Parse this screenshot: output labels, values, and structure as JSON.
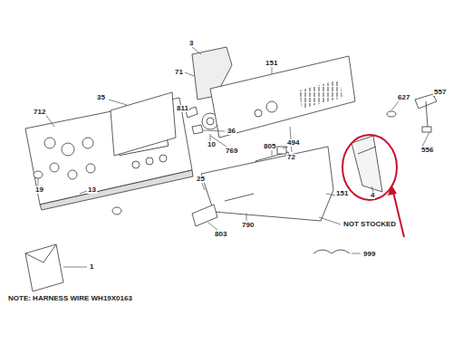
{
  "diagram": {
    "labels": [
      "3",
      "71",
      "151",
      "35",
      "712",
      "811",
      "10",
      "36",
      "769",
      "72",
      "627",
      "557",
      "556",
      "4",
      "805",
      "494",
      "151",
      "25",
      "19",
      "13",
      "790",
      "803",
      "NOT STOCKED",
      "999",
      "1",
      "NOTE: HARNESS WIRE WH19X0163"
    ]
  }
}
